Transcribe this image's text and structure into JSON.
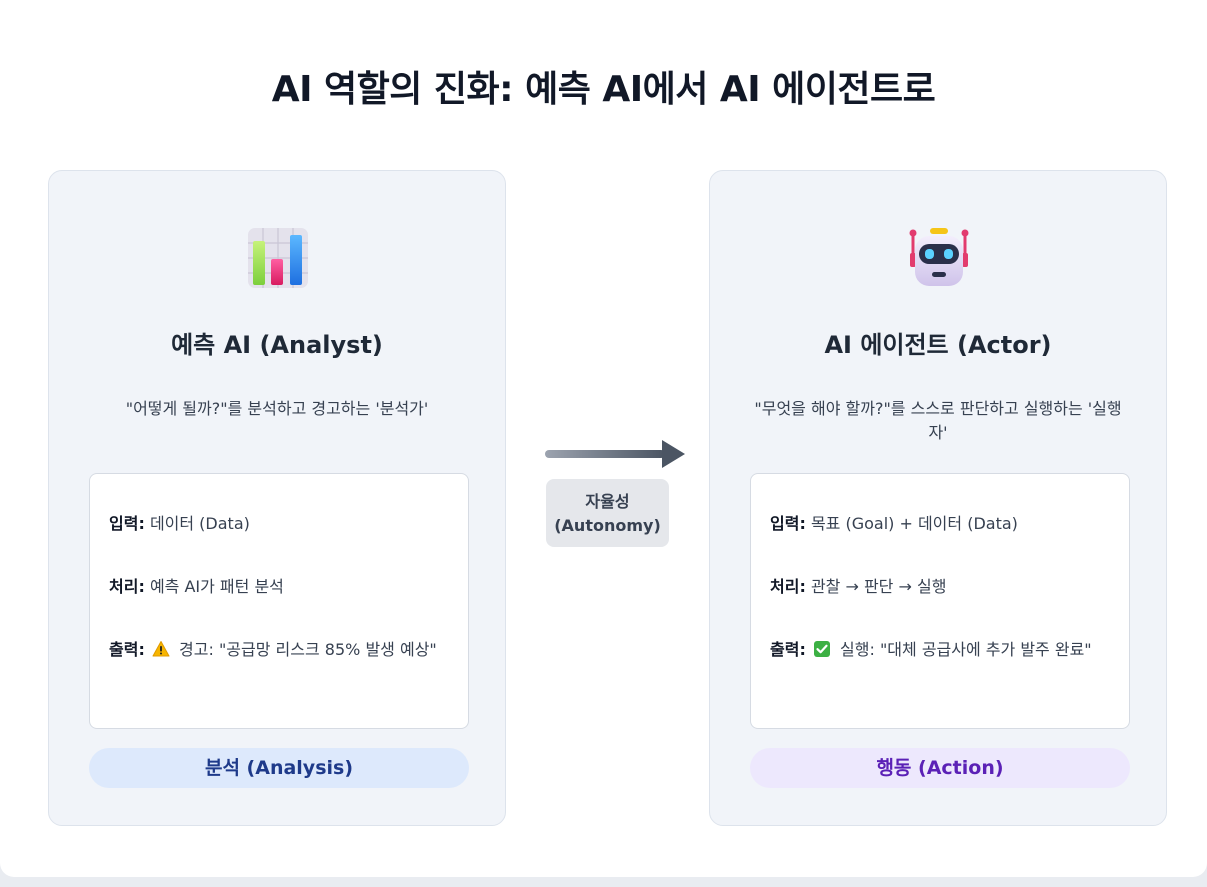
{
  "title": "AI 역할의 진화: 예측 AI에서 AI 에이전트로",
  "autonomy": {
    "line1": "자율성",
    "line2": "(Autonomy)"
  },
  "left_card": {
    "icon": "bar-chart-icon",
    "title": "예측 AI (Analyst)",
    "description": "\"어떻게 될까?\"를 분석하고 경고하는 '분석가'",
    "input_label": "입력:",
    "input_value": "데이터 (Data)",
    "process_label": "처리:",
    "process_value": "예측 AI가 패턴 분석",
    "output_label": "출력:",
    "output_icon": "warning-icon",
    "output_value": "경고: \"공급망 리스크 85% 발생 예상\"",
    "badge": "분석 (Analysis)"
  },
  "right_card": {
    "icon": "robot-icon",
    "title": "AI 에이전트 (Actor)",
    "description": "\"무엇을 해야 할까?\"를 스스로 판단하고 실행하는 '실행자'",
    "input_label": "입력:",
    "input_value": "목표 (Goal) + 데이터 (Data)",
    "process_label": "처리:",
    "process_value": "관찰 → 판단 → 실행",
    "output_label": "출력:",
    "output_icon": "check-icon",
    "output_value": "실행: \"대체 공급사에 추가 발주 완료\"",
    "badge": "행동 (Action)"
  },
  "colors": {
    "analysis_badge_bg": "#dde9fc",
    "analysis_badge_text": "#1e3a8a",
    "action_badge_bg": "#ede8fd",
    "action_badge_text": "#5b21b6",
    "card_bg": "#f1f4f9"
  }
}
